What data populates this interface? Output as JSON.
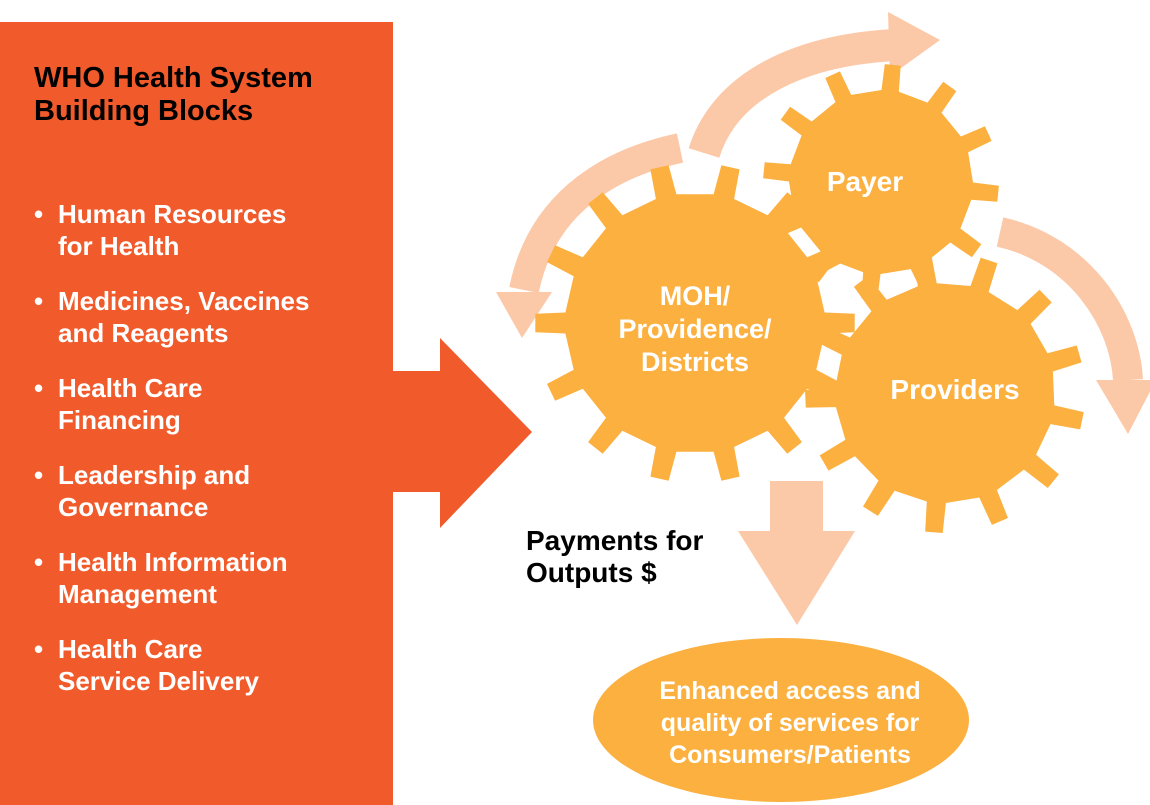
{
  "panel": {
    "title": "WHO Health System\nBuilding Blocks",
    "blocks": [
      "Human Resources\nfor Health",
      "Medicines, Vaccines\nand Reagents",
      "Health Care\nFinancing",
      "Leadership and\nGovernance",
      "Health Information\nManagement",
      "Health Care\nService Delivery"
    ],
    "bullet": "•"
  },
  "gears": {
    "moh": "MOH/\nProvidence/\nDistricts",
    "payer": "Payer",
    "providers": "Providers"
  },
  "outputs_label": "Payments for\nOutputs $",
  "outcome": "Enhanced access and\nquality of services for\nConsumers/Patients",
  "colors": {
    "panel": "#f15a2b",
    "gear": "#fbb040",
    "arrow_light": "#fcc9a8",
    "text_dark": "#000000",
    "text_light": "#ffffff"
  }
}
